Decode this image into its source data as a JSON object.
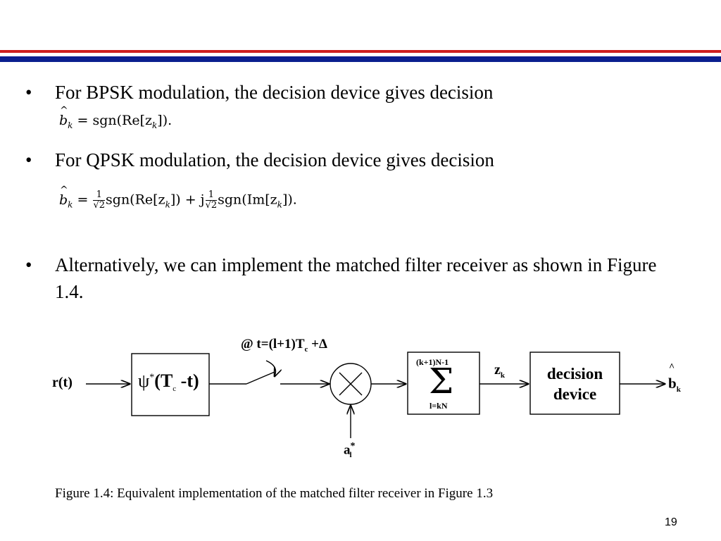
{
  "bullets": [
    {
      "marker": "•",
      "text": "For BPSK modulation, the decision device gives decision"
    },
    {
      "marker": "•",
      "text": "For QPSK modulation, the decision device gives decision"
    },
    {
      "marker": "•",
      "text": "Alternatively, we can implement the matched filter receiver as shown in Figure 1.4."
    }
  ],
  "equations": {
    "bpsk": {
      "lhs": "b",
      "lhs_sub": "k",
      "rhs": "= sgn(Re[z",
      "rhs_sub": "k",
      "rhs_end": "])."
    },
    "qpsk": {
      "lhs": "b",
      "lhs_sub": "k",
      "eq": "=",
      "frac_num": "1",
      "frac_den": "√2",
      "term1": "sgn(Re[z",
      "term1_sub": "k",
      "term1_end": "]) + j",
      "term2": "sgn(Im[z",
      "term2_sub": "k",
      "term2_end": "])."
    }
  },
  "diagram": {
    "input": "r(t)",
    "filter": {
      "psi": "ψ",
      "star": "*",
      "open": "(T",
      "sub": "c",
      "close": " -t)"
    },
    "sampler": {
      "text": "@ t=(l+1)T",
      "sub": "c",
      "tail": " +Δ"
    },
    "multiplier_input": {
      "base": "a",
      "sup": "*",
      "sub": "l"
    },
    "summation": {
      "upper": "(k+1)N-1",
      "symbol": "Σ",
      "lower": "l=kN"
    },
    "z_label": {
      "base": "z",
      "sub": "k"
    },
    "decision": {
      "line1": "decision",
      "line2": "device"
    },
    "output": {
      "base": "b",
      "hat": "^",
      "sub": "k"
    }
  },
  "caption": "Figure 1.4: Equivalent implementation of the matched filter receiver in Figure 1.3",
  "page_number": "19",
  "colors": {
    "rule_red": "#cc1f1f",
    "rule_blue": "#0a1f8f"
  }
}
